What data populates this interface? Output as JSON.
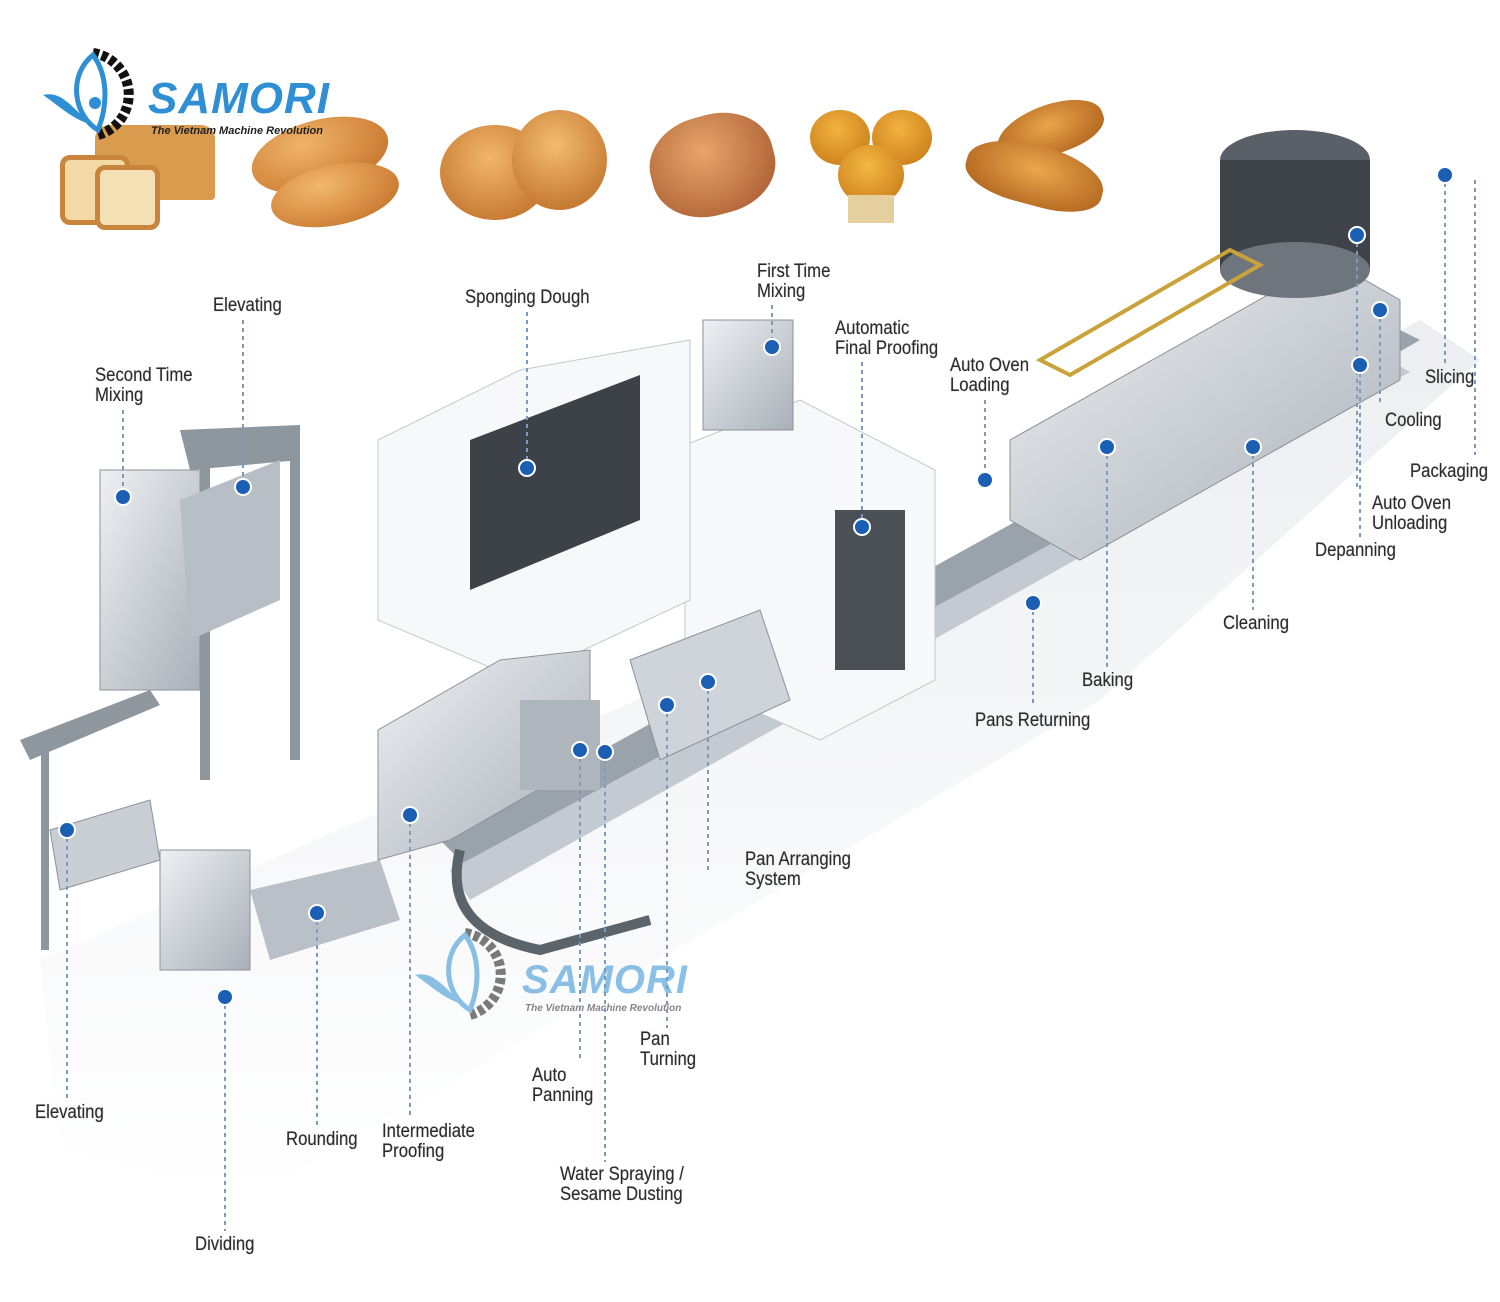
{
  "brand": {
    "name": "SAMORI",
    "tagline": "The Vietnam Machine Revolution"
  },
  "watermark": {
    "name": "SAMORI",
    "tagline": "The Vietnam Machine Revolution"
  },
  "products": [
    "toast-bread",
    "hot-dog-bun",
    "sesame-burger-bun",
    "soft-roll",
    "muffin",
    "croissant"
  ],
  "colors": {
    "accent": "#2e8fd4",
    "marker": "#1a5fb4",
    "machine": "#d9dde2",
    "label": "#2b2b2b"
  },
  "labels": {
    "second_time_mixing": [
      "Second Time",
      "Mixing"
    ],
    "elevating_top": [
      "Elevating"
    ],
    "sponging_dough": [
      "Sponging Dough"
    ],
    "first_time_mixing": [
      "First Time",
      "Mixing"
    ],
    "automatic_final_proofing": [
      "Automatic",
      "Final Proofing"
    ],
    "auto_oven_loading": [
      "Auto Oven",
      "Loading"
    ],
    "slicing": [
      "Slicing"
    ],
    "cooling": [
      "Cooling"
    ],
    "packaging": [
      "Packaging"
    ],
    "auto_oven_unloading": [
      "Auto Oven",
      "Unloading"
    ],
    "depanning": [
      "Depanning"
    ],
    "cleaning": [
      "Cleaning"
    ],
    "baking": [
      "Baking"
    ],
    "pans_returning": [
      "Pans Returning"
    ],
    "pan_arranging_system": [
      "Pan Arranging",
      "System"
    ],
    "pan_turning": [
      "Pan",
      "Turning"
    ],
    "auto_panning": [
      "Auto",
      "Panning"
    ],
    "water_spraying": [
      "Water Spraying /",
      "Sesame Dusting"
    ],
    "intermediate_proofing": [
      "Intermediate",
      "Proofing"
    ],
    "rounding": [
      "Rounding"
    ],
    "dividing": [
      "Dividing"
    ],
    "elevating_bottom": [
      "Elevating"
    ]
  }
}
